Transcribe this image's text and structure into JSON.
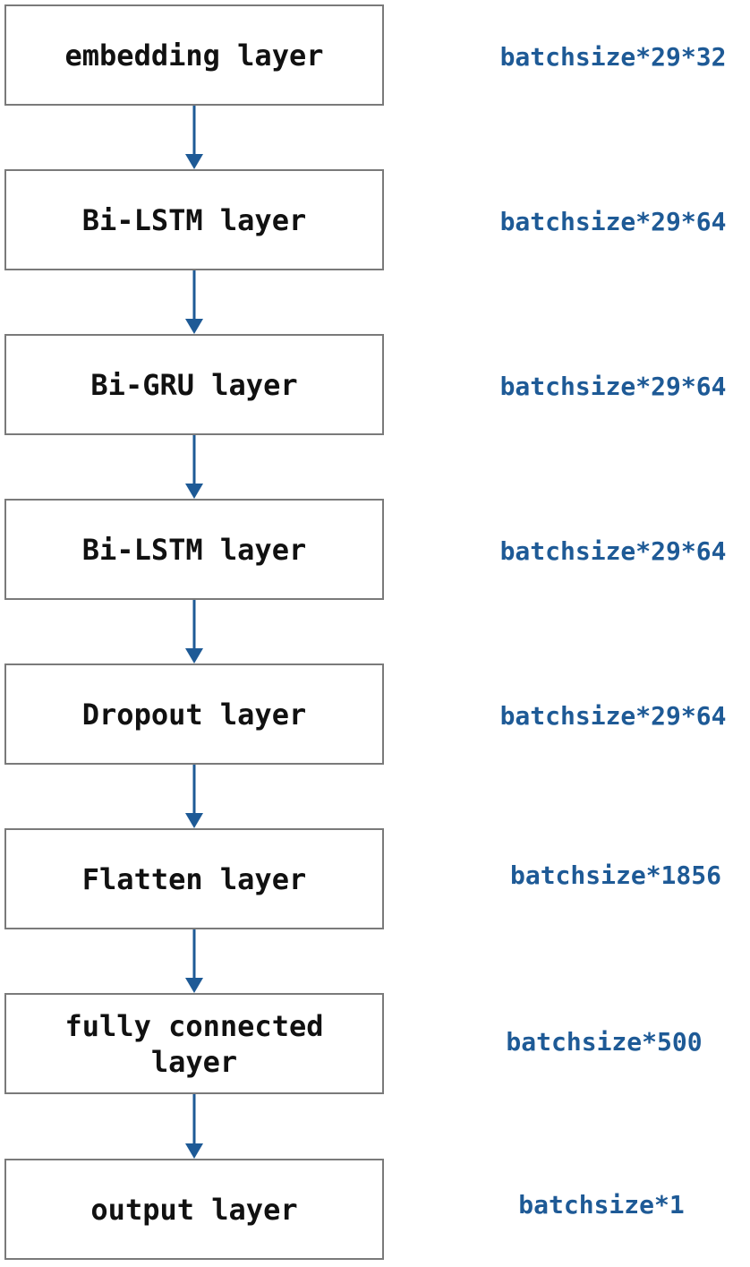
{
  "diagram": {
    "accent_color": "#1e5a96",
    "layers": [
      {
        "label": "embedding layer",
        "dims": "batchsize*29*32"
      },
      {
        "label": "Bi-LSTM layer",
        "dims": "batchsize*29*64"
      },
      {
        "label": "Bi-GRU layer",
        "dims": "batchsize*29*64"
      },
      {
        "label": "Bi-LSTM layer",
        "dims": "batchsize*29*64"
      },
      {
        "label": "Dropout layer",
        "dims": "batchsize*29*64"
      },
      {
        "label": "Flatten layer",
        "dims": "batchsize*1856"
      },
      {
        "label": "fully connected layer",
        "dims": "batchsize*500"
      },
      {
        "label": "output layer",
        "dims": "batchsize*1"
      }
    ]
  }
}
